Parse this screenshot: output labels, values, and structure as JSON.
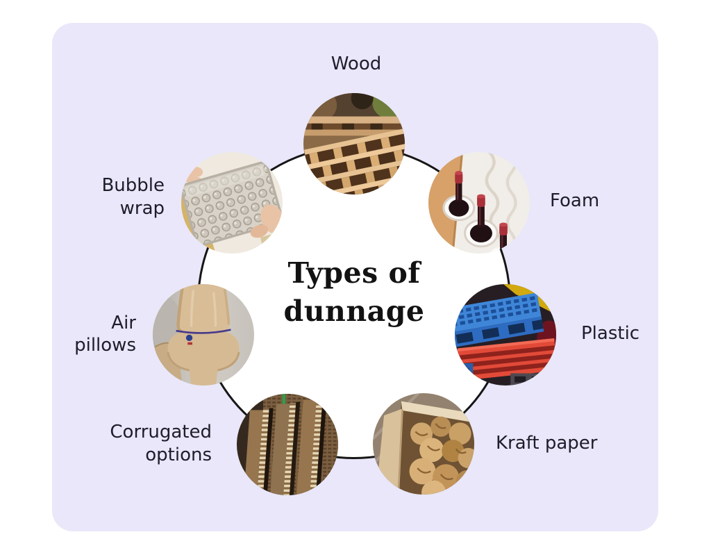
{
  "title": {
    "full": "Types of dunnage",
    "line1": "Types of",
    "line2": "dunnage"
  },
  "items": [
    {
      "id": "wood",
      "label": "Wood",
      "photo": "wooden-pallets-photo"
    },
    {
      "id": "foam",
      "label": "Foam",
      "photo": "foam-packed-wine-bottles-photo"
    },
    {
      "id": "plastic",
      "label": "Plastic",
      "photo": "plastic-pallets-photo"
    },
    {
      "id": "kraft",
      "label": "Kraft paper",
      "photo": "crumpled-kraft-paper-box-photo"
    },
    {
      "id": "corrugated",
      "label": "Corrugated options",
      "photo": "corrugated-cardboard-panels-photo"
    },
    {
      "id": "air",
      "label": "Air pillows",
      "photo": "air-pillow-dunnage-bag-photo"
    },
    {
      "id": "bubble",
      "label": "Bubble wrap",
      "photo": "bubble-wrap-wrapped-box-photo"
    }
  ],
  "colors": {
    "page_bg": "#FFFFFF",
    "card_bg": "#E9E7F9",
    "ring_fill": "#FFFFFF",
    "ring_stroke": "#161616",
    "label_text": "#1D1D2B",
    "title_text": "#121212"
  }
}
